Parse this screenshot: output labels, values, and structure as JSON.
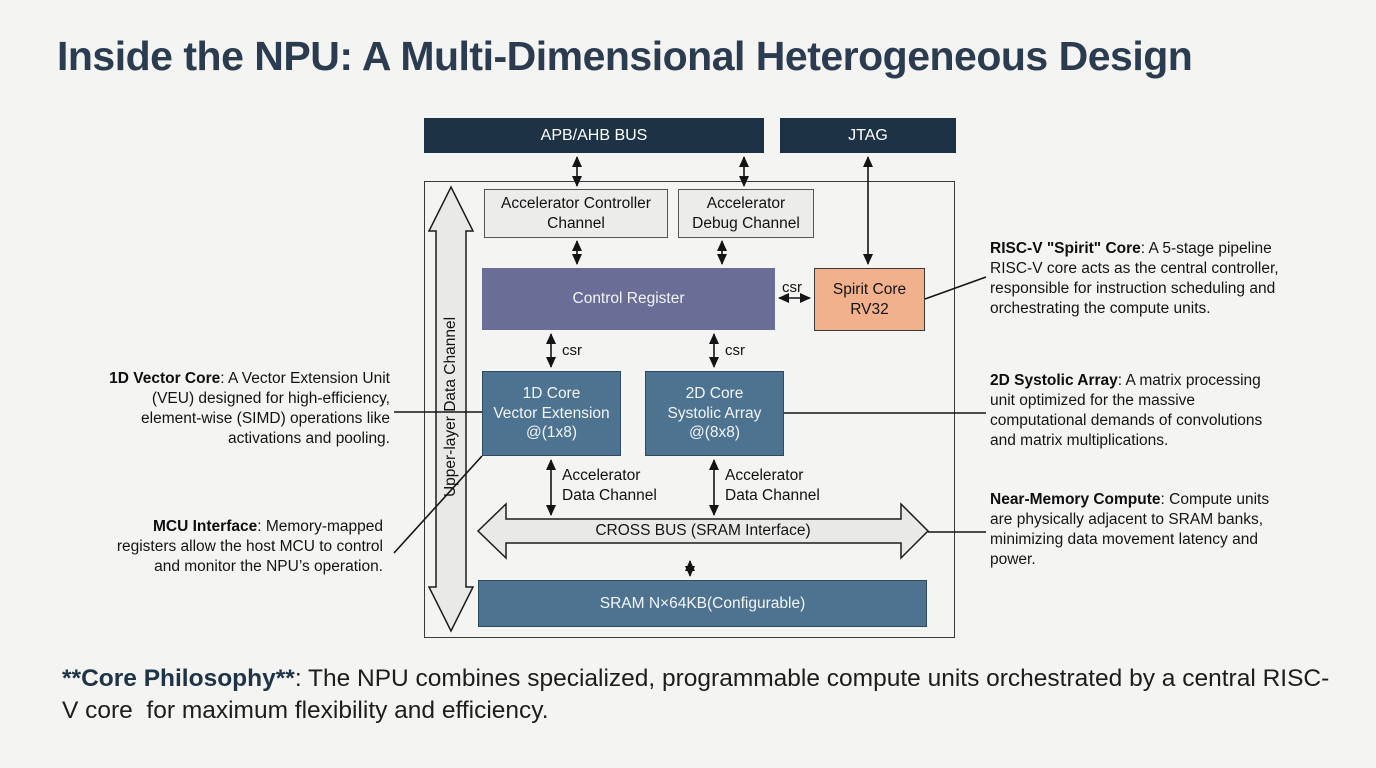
{
  "title": "Inside the NPU: A Multi-Dimensional Heterogeneous Design",
  "colors": {
    "background": "#f4f4f2",
    "bus_bar": "#1e3245",
    "control_register": "#6a6d96",
    "spirit_core": "#f1b18d",
    "compute_block": "#4e7391",
    "channel_box": "#ececeb",
    "arrow_fill": "#e9e9e8",
    "line": "#141414",
    "title_text": "#2b3c50"
  },
  "diagram": {
    "buses": {
      "apb": "APB/AHB BUS",
      "jtag": "JTAG"
    },
    "blocks": {
      "acc_controller": "Accelerator Controller\nChannel",
      "acc_debug": "Accelerator\nDebug Channel",
      "control_register": "Control Register",
      "spirit_core": "Spirit Core\nRV32",
      "core_1d": "1D Core\nVector Extension\n@(1x8)",
      "core_2d": "2D Core\nSystolic Array\n@(8x8)",
      "cross_bus": "CROSS BUS (SRAM Interface)",
      "sram": "SRAM N×64KB(Configurable)",
      "upper_channel": "Upper-layer Data Channel"
    },
    "labels": {
      "csr_spirit": "csr",
      "csr_left": "csr",
      "csr_right": "csr",
      "acc_data_left": "Accelerator\nData Channel",
      "acc_data_right": "Accelerator\nData Channel"
    }
  },
  "annotations": {
    "vector_core": {
      "term": "1D Vector Core",
      "line1_rest": ": A Vector Extension Unit",
      "line2": "(VEU) designed for high-efficiency,",
      "line3": "element-wise (SIMD) operations like",
      "line4": "activations and pooling."
    },
    "mcu_interface": {
      "term": "MCU Interface",
      "line1_rest": ": Memory-mapped",
      "line2": "registers allow the host MCU to control",
      "line3": "and monitor the NPU’s operation."
    },
    "riscv_core": {
      "term": "RISC-V \"Spirit\" Core",
      "line1_rest": ": A 5-stage pipeline",
      "line2": "RISC-V core acts as the central controller,",
      "line3": "responsible for instruction scheduling and",
      "line4": "orchestrating the compute units."
    },
    "systolic_array": {
      "term": "2D Systolic Array",
      "line1_rest": ": A matrix processing",
      "line2": "unit optimized for the massive",
      "line3": "computational demands of convolutions",
      "line4": "and matrix multiplications."
    },
    "near_memory": {
      "term": "Near-Memory Compute",
      "line1_rest": ": Compute units",
      "line2": "are physically adjacent to SRAM banks,",
      "line3": "minimizing data movement latency and",
      "line4": "power."
    }
  },
  "footer": {
    "term": "**Core Philosophy**",
    "text": ": The NPU combines specialized, programmable compute units orchestrated by a central RISC-V core  for maximum flexibility and efficiency."
  }
}
